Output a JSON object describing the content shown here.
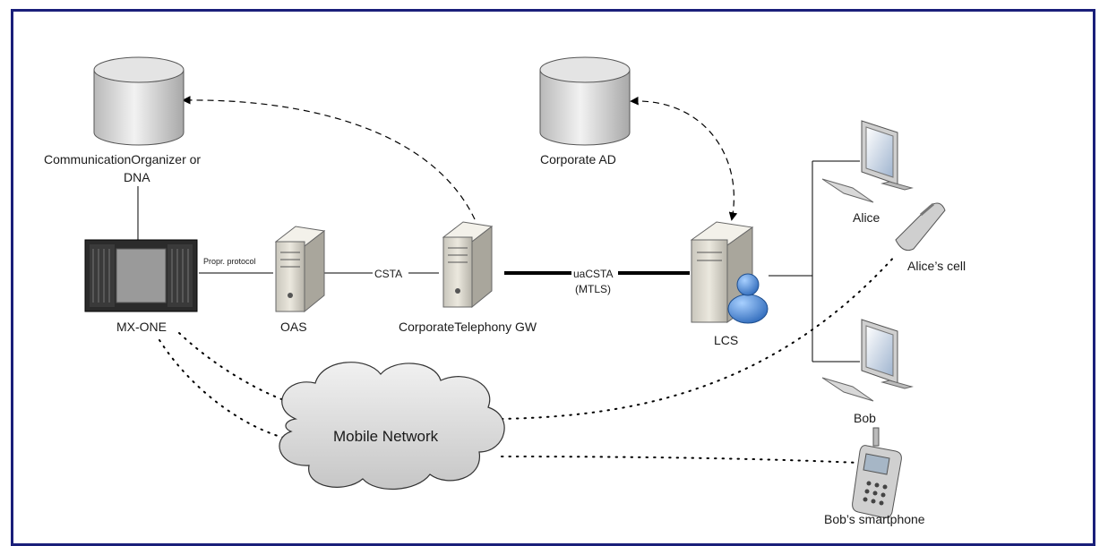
{
  "nodes": {
    "communication_organizer": {
      "label_line1": "CommunicationOrganizer or",
      "label_line2": "DNA",
      "icon": "database-icon"
    },
    "corporate_ad": {
      "label": "Corporate AD",
      "icon": "database-icon"
    },
    "mx_one": {
      "label": "MX-ONE",
      "icon": "pbx-rack-icon"
    },
    "oas": {
      "label": "OAS",
      "icon": "server-icon"
    },
    "corporate_telephony_gw": {
      "label": "CorporateTelephony GW",
      "icon": "server-icon"
    },
    "lcs": {
      "label": "LCS",
      "icon": "server-user-icon"
    },
    "alice": {
      "label": "Alice",
      "icon": "desktop-computer-icon"
    },
    "alices_cell": {
      "label": "Alice’s cell",
      "icon": "flip-phone-icon"
    },
    "bob": {
      "label": "Bob",
      "icon": "desktop-computer-icon"
    },
    "bobs_smartphone": {
      "label": "Bob’s smartphone",
      "icon": "smartphone-icon"
    },
    "mobile_network": {
      "label": "Mobile Network",
      "icon": "cloud-icon"
    }
  },
  "links": {
    "propr_protocol": "Propr. protocol",
    "csta": "CSTA",
    "uacsta_line1": "uaCSTA",
    "uacsta_line2": "(MTLS)"
  },
  "colors": {
    "frame_border": "#1a1f7a",
    "node_fill": "#d8d8d8",
    "user_icon_blue": "#3a7fd0",
    "line": "#000000"
  }
}
